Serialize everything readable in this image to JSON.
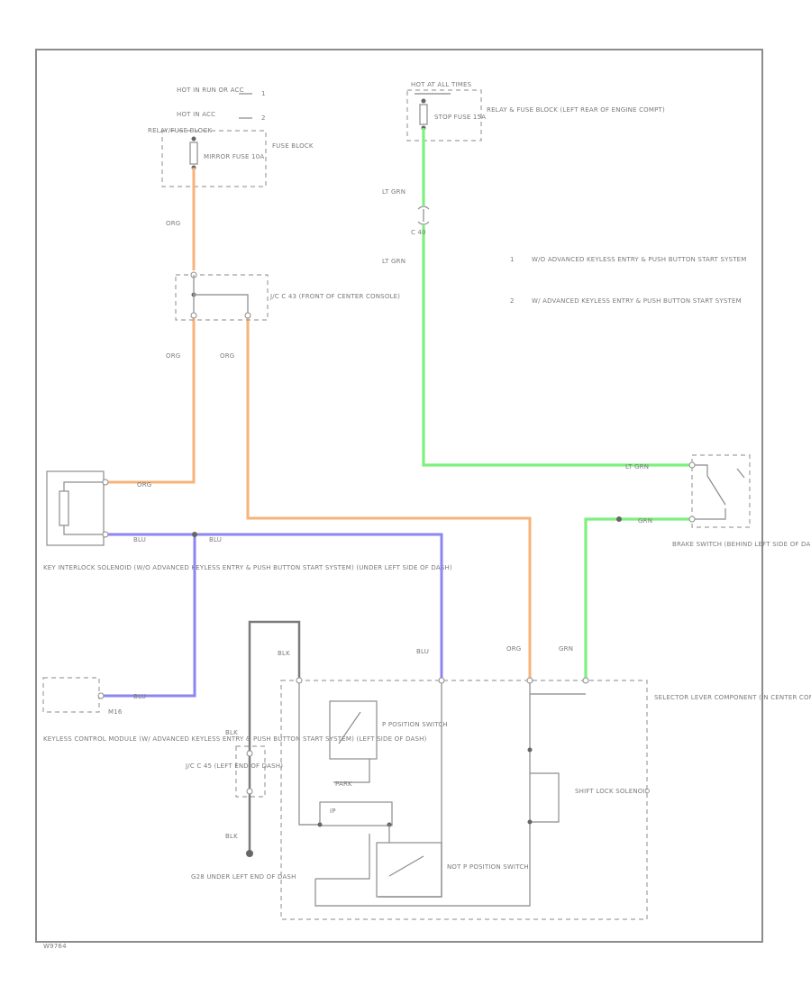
{
  "labels": {
    "hot_run_acc": "HOT IN RUN OR ACC",
    "hot_acc": "HOT IN ACC",
    "power_mark_1": "1",
    "power_mark_2": "2",
    "relay_fuse_top": "RELAY/FUSE BLOCK",
    "mirror_fuse": "MIRROR FUSE 10A",
    "fuse_block": "FUSE BLOCK",
    "hot_battery": "HOT AT ALL TIMES",
    "stop_fuse": "STOP FUSE 15A",
    "relay_fuse_block": "RELAY & FUSE BLOCK (LEFT REAR OF ENGINE COMPT)",
    "j_c_40": "C 40",
    "j_c_43": "J/C C 43 (FRONT OF CENTER CONSOLE)",
    "legend_1_num": "1",
    "legend_1_text": "W/O ADVANCED KEYLESS ENTRY & PUSH BUTTON START SYSTEM",
    "legend_2_num": "2",
    "legend_2_text": "W/ ADVANCED KEYLESS ENTRY & PUSH BUTTON START SYSTEM",
    "key_interlock": "KEY INTERLOCK SOLENOID (W/O ADVANCED KEYLESS ENTRY & PUSH BUTTON START SYSTEM) (UNDER LEFT SIDE OF DASH)",
    "keyless_module": "KEYLESS CONTROL MODULE (W/ ADVANCED KEYLESS ENTRY & PUSH BUTTON START SYSTEM) (LEFT SIDE OF DASH)",
    "keyless_pin": "M16",
    "brake_switch": "BRAKE SWITCH (BEHIND LEFT SIDE OF DASH)",
    "selector_lever": "SELECTOR LEVER COMPONENT (IN CENTER CONSOLE)",
    "p_position_switch": "P POSITION SWITCH",
    "not_p_position_switch": "NOT P POSITION SWITCH",
    "shift_lock_solenoid": "SHIFT LOCK SOLENOID",
    "j_c_45": "J/C C 45 (LEFT END OF DASH)",
    "ground": "G28 UNDER LEFT END OF DASH",
    "park_label": "PARK",
    "ip_label": "IP",
    "footer": "W9764"
  },
  "wires": {
    "org": "ORG",
    "ltgrn": "LT GRN",
    "grn": "GRN",
    "blu": "BLU",
    "blk": "BLK"
  },
  "colors": {
    "orange": "#f7b37a",
    "light_green": "#7ef07e",
    "blue": "#8b86f0",
    "black": "#7a7a7a"
  }
}
